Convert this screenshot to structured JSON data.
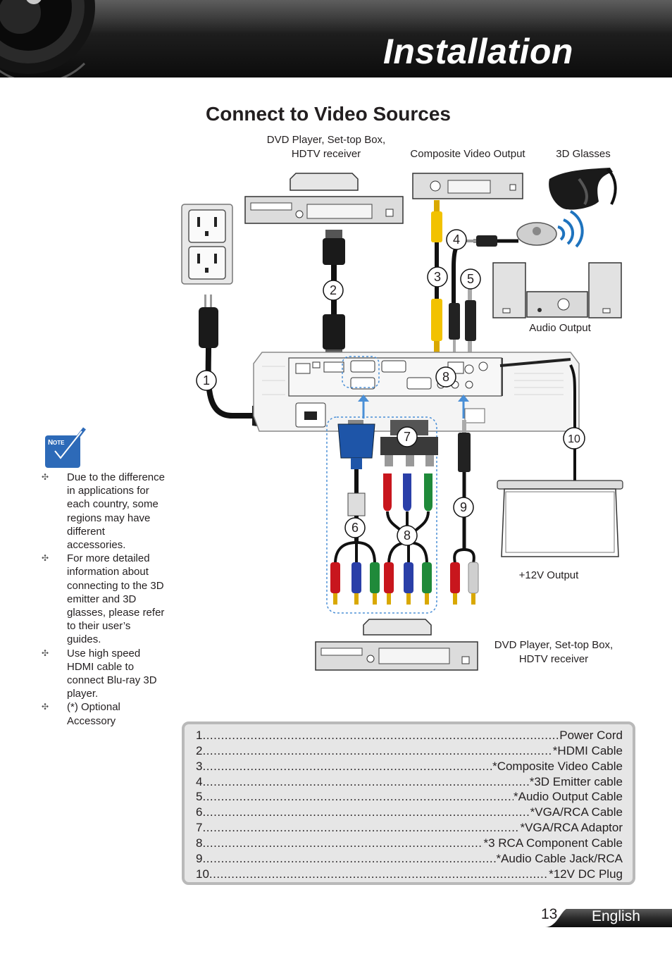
{
  "header": {
    "title": "Installation"
  },
  "page": {
    "title": "Connect to Video Sources"
  },
  "labels": {
    "dvd_top": "DVD Player, Set-top Box, HDTV receiver",
    "composite": "Composite Video Output",
    "glasses": "3D Glasses",
    "audio_out": "Audio Output",
    "v12_out": "+12V Output",
    "dvd_bottom": "DVD Player, Set-top Box, HDTV receiver"
  },
  "callouts": [
    "1",
    "2",
    "3",
    "4",
    "5",
    "6",
    "7",
    "8",
    "8",
    "9",
    "10"
  ],
  "note": {
    "icon_text": "Note",
    "items": [
      "Due to the difference in applications for each country, some regions may have different accessories.",
      "For more detailed information about connecting to the 3D emitter and 3D glasses, please refer to their user’s guides.",
      "Use high speed HDMI cable to connect Blu-ray 3D player.",
      "(*) Optional Accessory"
    ]
  },
  "legend": [
    {
      "num": "1",
      "name": "Power Cord"
    },
    {
      "num": "2",
      "name": "*HDMI Cable"
    },
    {
      "num": "3",
      "name": "*Composite Video Cable"
    },
    {
      "num": "4",
      "name": "*3D Emitter cable"
    },
    {
      "num": "5",
      "name": "*Audio Output Cable"
    },
    {
      "num": "6",
      "name": "*VGA/RCA Cable"
    },
    {
      "num": "7",
      "name": "*VGA/RCA Adaptor"
    },
    {
      "num": "8",
      "name": "*3 RCA Component Cable"
    },
    {
      "num": "9",
      "name": "*Audio Cable Jack/RCA"
    },
    {
      "num": "10",
      "name": "*12V DC Plug"
    }
  ],
  "footer": {
    "page_number": "13",
    "language": "English"
  }
}
